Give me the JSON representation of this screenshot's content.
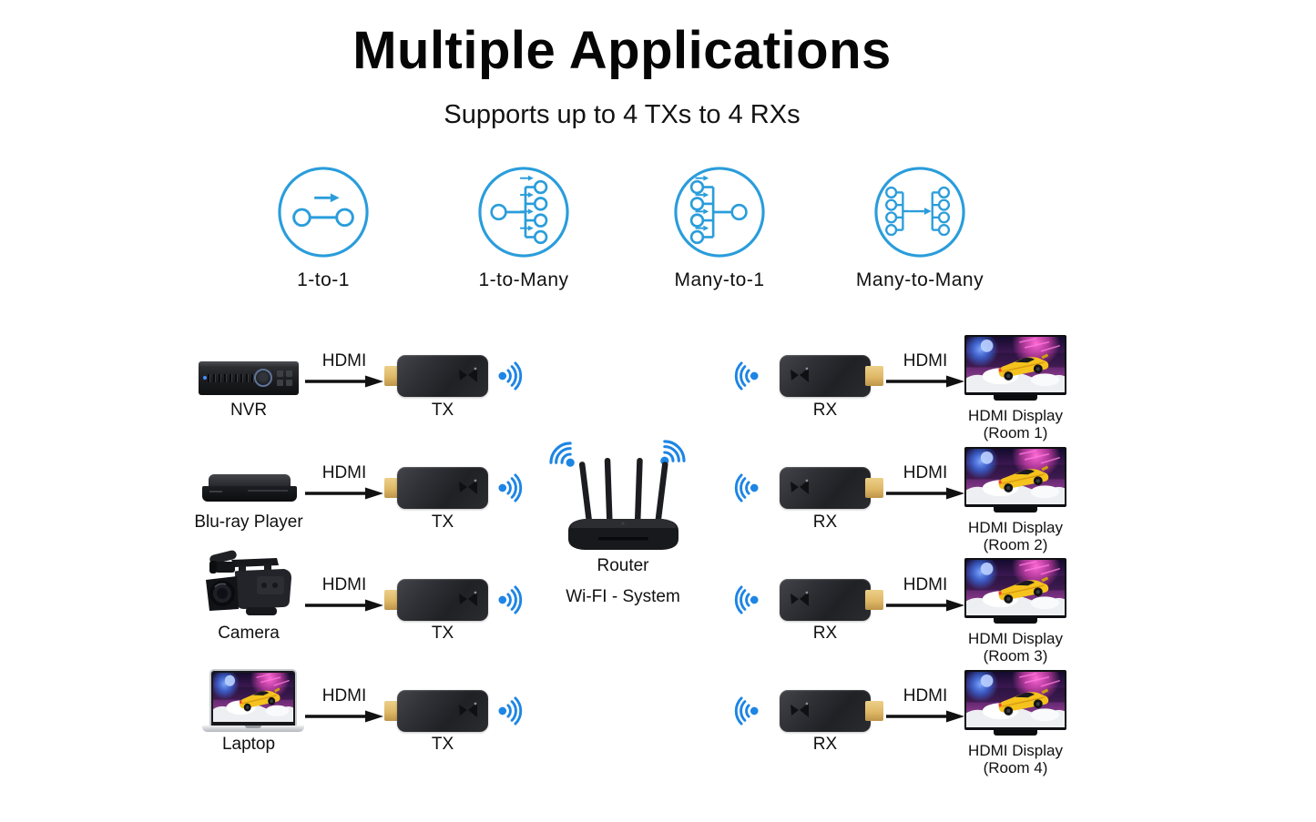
{
  "title": "Multiple Applications",
  "subtitle": "Supports up to 4 TXs to 4 RXs",
  "colors": {
    "wifi_blue": "#1d85e4",
    "topology_blue": "#2a9ddb",
    "arrow_black": "#111111",
    "connector_gold": "#dfb867"
  },
  "topologies": [
    {
      "icon": "one-to-one-icon",
      "label": "1-to-1"
    },
    {
      "icon": "one-to-many-icon",
      "label": "1-to-Many"
    },
    {
      "icon": "many-to-one-icon",
      "label": "Many-to-1"
    },
    {
      "icon": "many-to-many-icon",
      "label": "Many-to-Many"
    }
  ],
  "router": {
    "label": "Router",
    "system_label": "Wi-FI - System"
  },
  "rows": [
    {
      "source": "NVR",
      "hdmi_in": "HDMI",
      "tx": "TX",
      "rx": "RX",
      "hdmi_out": "HDMI",
      "display": "HDMI Display",
      "room": "(Room 1)"
    },
    {
      "source": "Blu-ray Player",
      "hdmi_in": "HDMI",
      "tx": "TX",
      "rx": "RX",
      "hdmi_out": "HDMI",
      "display": "HDMI Display",
      "room": "(Room 2)"
    },
    {
      "source": "Camera",
      "hdmi_in": "HDMI",
      "tx": "TX",
      "rx": "RX",
      "hdmi_out": "HDMI",
      "display": "HDMI Display",
      "room": "(Room 3)"
    },
    {
      "source": "Laptop",
      "hdmi_in": "HDMI",
      "tx": "TX",
      "rx": "RX",
      "hdmi_out": "HDMI",
      "display": "HDMI Display",
      "room": "(Room 4)"
    }
  ]
}
